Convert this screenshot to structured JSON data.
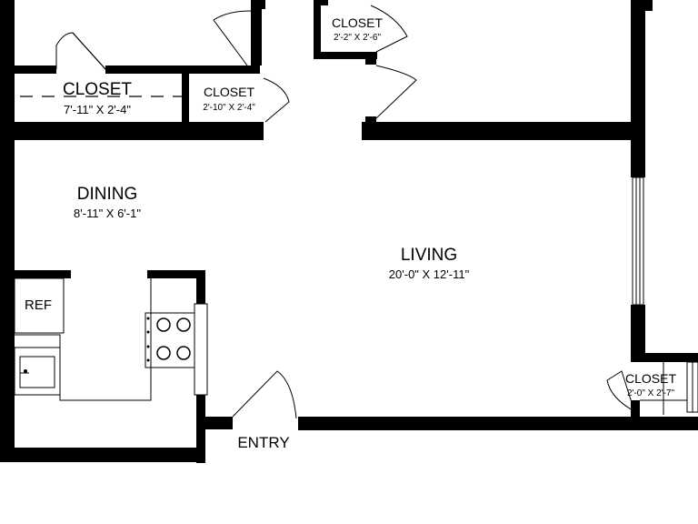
{
  "rooms": {
    "dining": {
      "name": "DINING",
      "dims": "8'-11\" X 6'-1\""
    },
    "living": {
      "name": "LIVING",
      "dims": "20'-0\" X 12'-11\""
    },
    "closet_left": {
      "name": "CLOSET",
      "dims": "7'-11\" X 2'-4\""
    },
    "closet_mid": {
      "name": "CLOSET",
      "dims": "2'-10\" X 2'-4\""
    },
    "closet_top": {
      "name": "CLOSET",
      "dims": "2'-2\" X 2'-6\""
    },
    "closet_right": {
      "name": "CLOSET",
      "dims": "2'-0\" X 2'-7\""
    }
  },
  "fixtures": {
    "ref": "REF"
  },
  "entry": "ENTRY"
}
